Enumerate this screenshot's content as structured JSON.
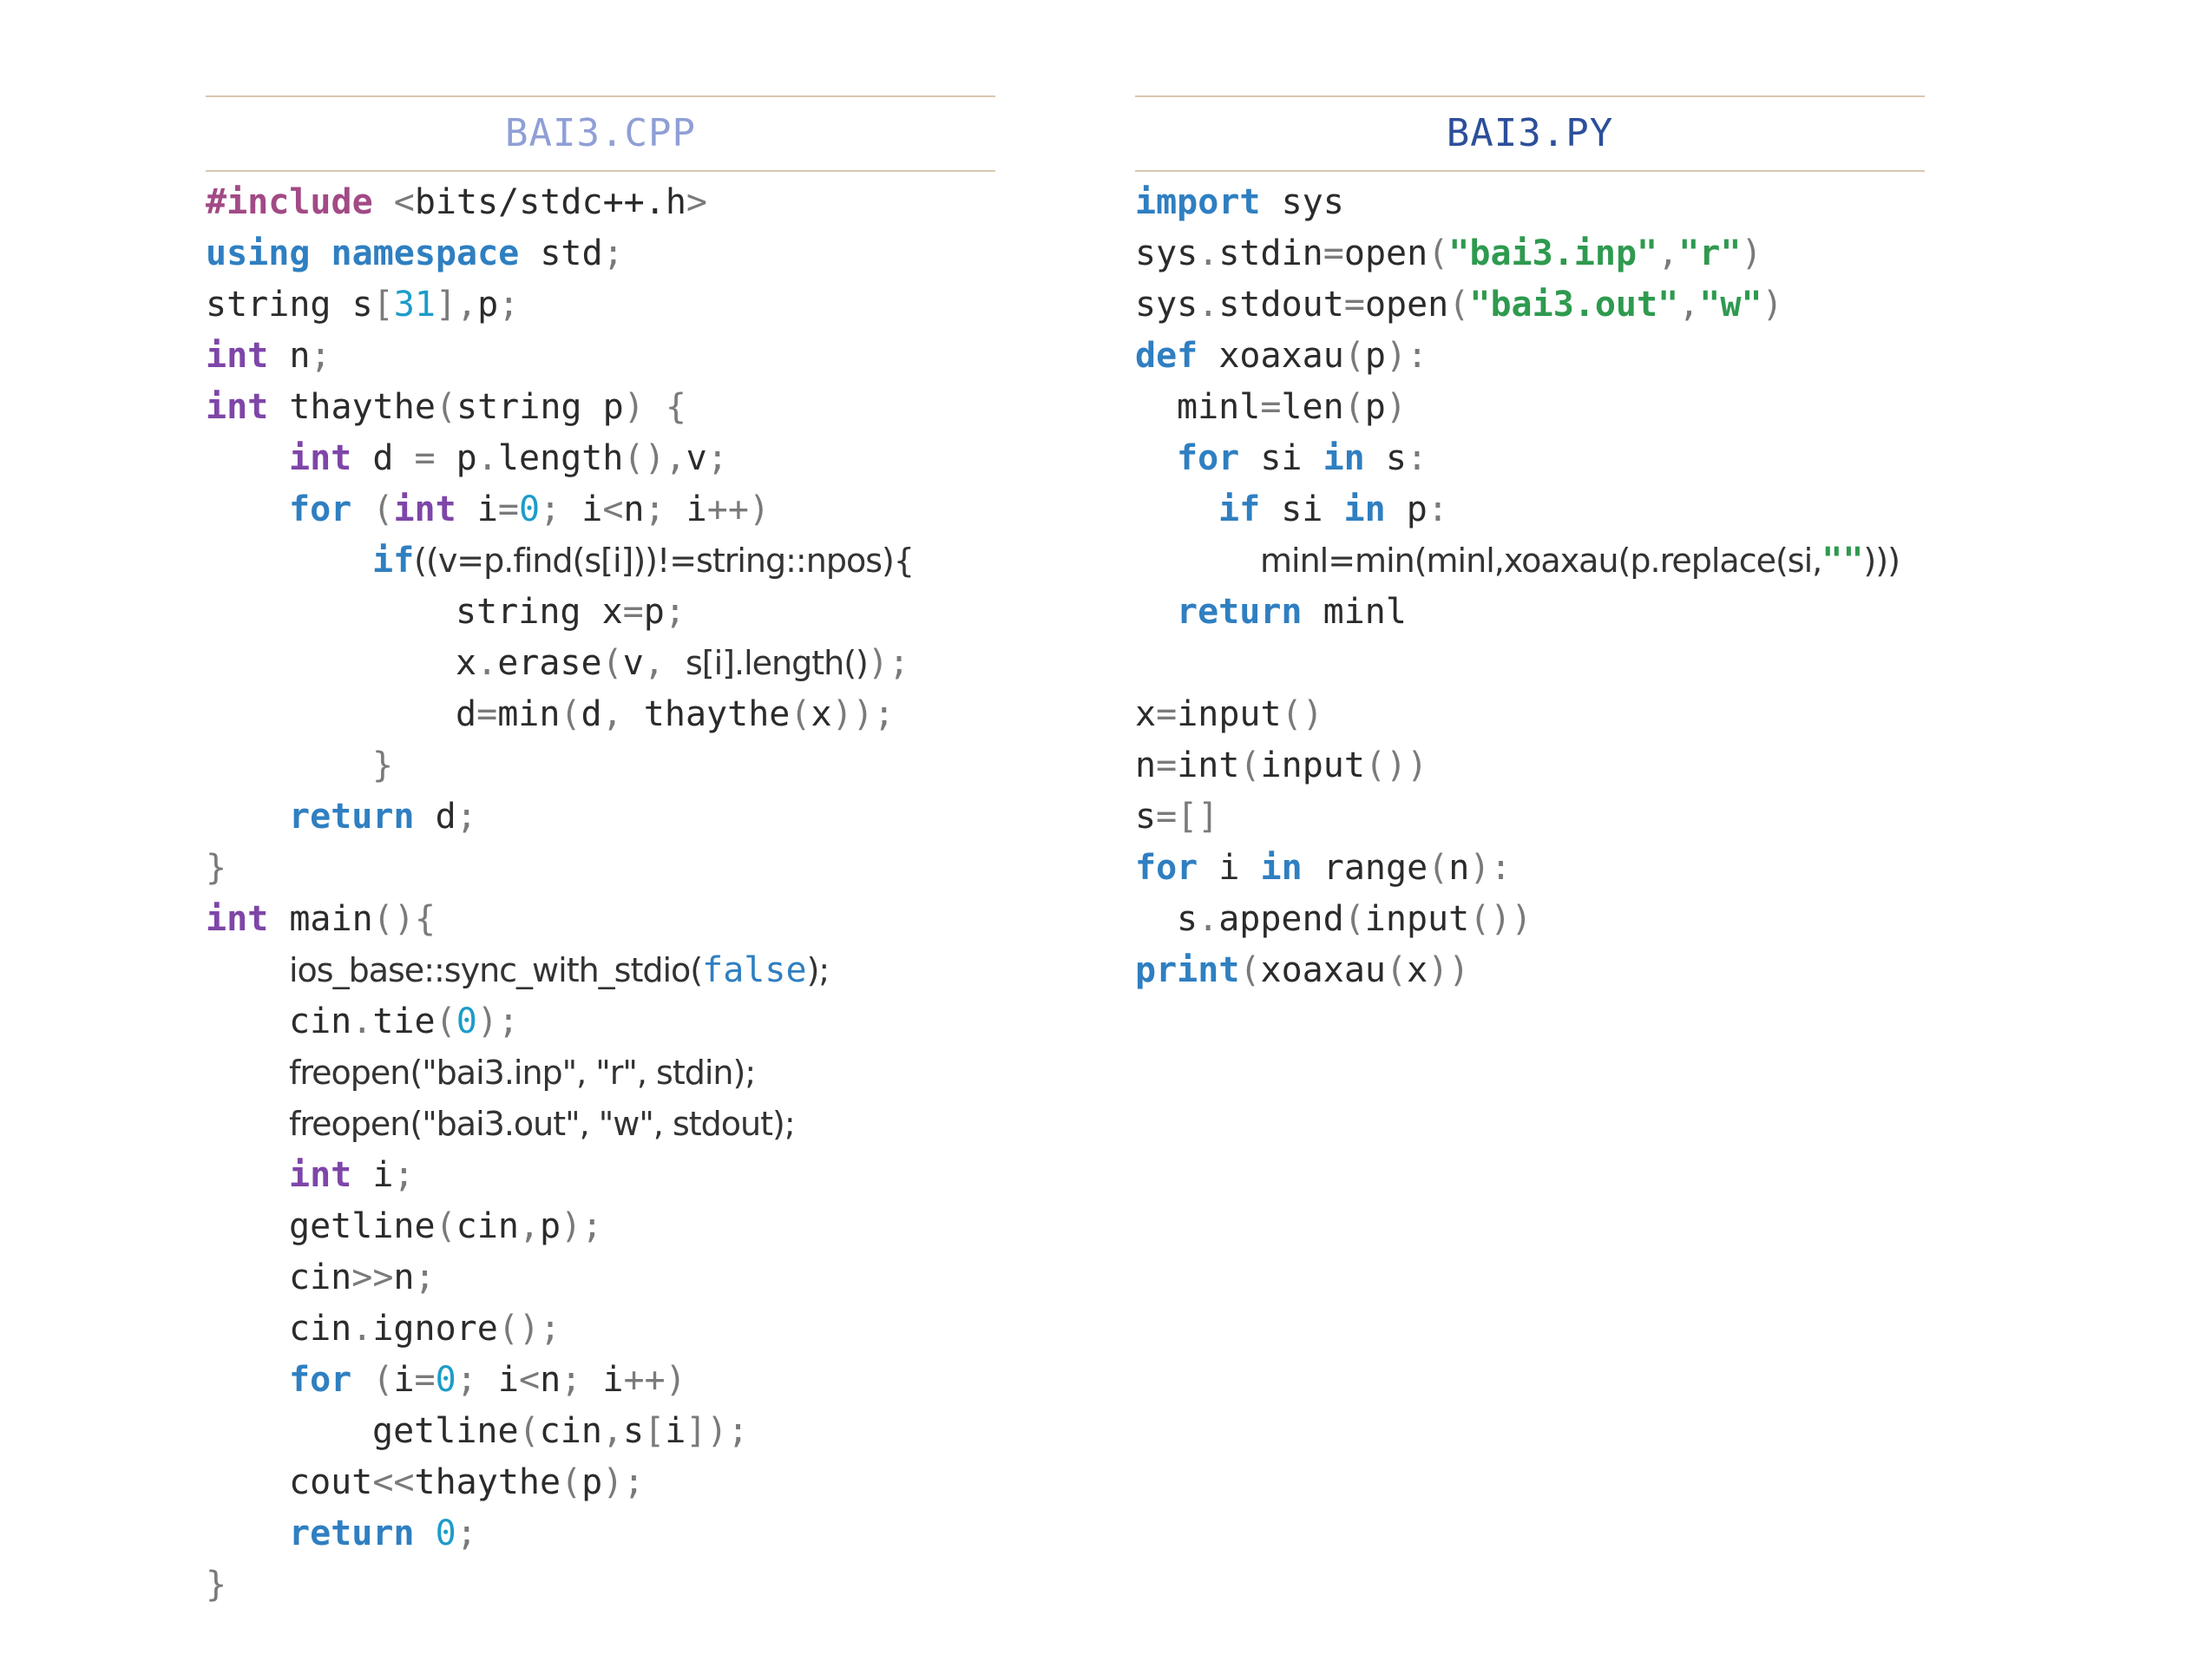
{
  "cpp": {
    "title": "BAI3.CPP",
    "lines": [
      {
        "indent": 0,
        "tokens": [
          [
            "pp",
            "#include"
          ],
          [
            "",
            " "
          ],
          [
            "punc",
            "<"
          ],
          [
            "",
            "bits/stdc++.h"
          ],
          [
            "punc",
            ">"
          ]
        ]
      },
      {
        "indent": 0,
        "tokens": [
          [
            "kw",
            "using"
          ],
          [
            "",
            " "
          ],
          [
            "kw",
            "namespace"
          ],
          [
            "",
            " std"
          ],
          [
            "punc",
            ";"
          ]
        ]
      },
      {
        "indent": 0,
        "tokens": [
          [
            "",
            "string s"
          ],
          [
            "punc",
            "["
          ],
          [
            "num",
            "31"
          ],
          [
            "punc",
            "]"
          ],
          [
            "punc",
            ","
          ],
          [
            "",
            "p"
          ],
          [
            "punc",
            ";"
          ]
        ]
      },
      {
        "indent": 0,
        "tokens": [
          [
            "kw2",
            "int"
          ],
          [
            "",
            " n"
          ],
          [
            "punc",
            ";"
          ]
        ]
      },
      {
        "indent": 0,
        "tokens": [
          [
            "kw2",
            "int"
          ],
          [
            "",
            " thaythe"
          ],
          [
            "punc",
            "("
          ],
          [
            "",
            "string p"
          ],
          [
            "punc",
            ")"
          ],
          [
            "",
            " "
          ],
          [
            "punc",
            "{"
          ]
        ]
      },
      {
        "indent": 1,
        "tokens": [
          [
            "kw2",
            "int"
          ],
          [
            "",
            " d "
          ],
          [
            "punc",
            "="
          ],
          [
            "",
            " p"
          ],
          [
            "punc",
            "."
          ],
          [
            "",
            "length"
          ],
          [
            "punc",
            "()"
          ],
          [
            "punc",
            ","
          ],
          [
            "",
            "v"
          ],
          [
            "punc",
            ";"
          ]
        ]
      },
      {
        "indent": 1,
        "tokens": [
          [
            "kw",
            "for"
          ],
          [
            "",
            " "
          ],
          [
            "punc",
            "("
          ],
          [
            "kw2",
            "int"
          ],
          [
            "",
            " i"
          ],
          [
            "punc",
            "="
          ],
          [
            "num",
            "0"
          ],
          [
            "punc",
            ";"
          ],
          [
            "",
            " i"
          ],
          [
            "punc",
            "<"
          ],
          [
            "",
            "n"
          ],
          [
            "punc",
            ";"
          ],
          [
            "",
            " i"
          ],
          [
            "punc",
            "++"
          ],
          [
            "punc",
            ")"
          ]
        ]
      },
      {
        "indent": 2,
        "tokens": [
          [
            "kw",
            "if"
          ],
          [
            "sans",
            "((v=p.find(s[i]))!=string::npos){"
          ]
        ]
      },
      {
        "indent": 3,
        "tokens": [
          [
            "",
            "string x"
          ],
          [
            "punc",
            "="
          ],
          [
            "",
            "p"
          ],
          [
            "punc",
            ";"
          ]
        ]
      },
      {
        "indent": 3,
        "tokens": [
          [
            "",
            "x"
          ],
          [
            "punc",
            "."
          ],
          [
            "",
            "erase"
          ],
          [
            "punc",
            "("
          ],
          [
            "",
            "v"
          ],
          [
            "punc",
            ","
          ],
          [
            "",
            " "
          ],
          [
            "sans",
            "s[i].length()"
          ],
          [
            "punc",
            ");"
          ]
        ]
      },
      {
        "indent": 3,
        "tokens": [
          [
            "",
            "d"
          ],
          [
            "punc",
            "="
          ],
          [
            "",
            "min"
          ],
          [
            "punc",
            "("
          ],
          [
            "",
            "d"
          ],
          [
            "punc",
            ","
          ],
          [
            "",
            " thaythe"
          ],
          [
            "punc",
            "("
          ],
          [
            "",
            "x"
          ],
          [
            "punc",
            "));"
          ]
        ]
      },
      {
        "indent": 2,
        "tokens": [
          [
            "punc",
            "}"
          ]
        ]
      },
      {
        "indent": 1,
        "tokens": [
          [
            "kw",
            "return"
          ],
          [
            "",
            " d"
          ],
          [
            "punc",
            ";"
          ]
        ]
      },
      {
        "indent": 0,
        "tokens": [
          [
            "punc",
            "}"
          ]
        ]
      },
      {
        "indent": 0,
        "tokens": [
          [
            "kw2",
            "int"
          ],
          [
            "",
            " main"
          ],
          [
            "punc",
            "(){"
          ]
        ]
      },
      {
        "indent": 1,
        "tokens": [
          [
            "sans",
            "ios_base::sync_with_stdio("
          ],
          [
            "false-kw",
            "false"
          ],
          [
            "sans",
            ");"
          ]
        ]
      },
      {
        "indent": 1,
        "tokens": [
          [
            "",
            "cin"
          ],
          [
            "punc",
            "."
          ],
          [
            "",
            "tie"
          ],
          [
            "punc",
            "("
          ],
          [
            "num",
            "0"
          ],
          [
            "punc",
            ");"
          ]
        ]
      },
      {
        "indent": 1,
        "tokens": [
          [
            "sans",
            "freopen(\"bai3.inp\", \"r\", stdin);"
          ]
        ]
      },
      {
        "indent": 1,
        "tokens": [
          [
            "sans",
            "freopen(\"bai3.out\", \"w\", stdout);"
          ]
        ]
      },
      {
        "indent": 1,
        "tokens": [
          [
            "kw2",
            "int"
          ],
          [
            "",
            " i"
          ],
          [
            "punc",
            ";"
          ]
        ]
      },
      {
        "indent": 1,
        "tokens": [
          [
            "",
            "getline"
          ],
          [
            "punc",
            "("
          ],
          [
            "",
            "cin"
          ],
          [
            "punc",
            ","
          ],
          [
            "",
            "p"
          ],
          [
            "punc",
            ");"
          ]
        ]
      },
      {
        "indent": 1,
        "tokens": [
          [
            "",
            "cin"
          ],
          [
            "punc",
            ">>"
          ],
          [
            "",
            "n"
          ],
          [
            "punc",
            ";"
          ]
        ]
      },
      {
        "indent": 1,
        "tokens": [
          [
            "",
            "cin"
          ],
          [
            "punc",
            "."
          ],
          [
            "",
            "ignore"
          ],
          [
            "punc",
            "();"
          ]
        ]
      },
      {
        "indent": 1,
        "tokens": [
          [
            "kw",
            "for"
          ],
          [
            "",
            " "
          ],
          [
            "punc",
            "("
          ],
          [
            "",
            "i"
          ],
          [
            "punc",
            "="
          ],
          [
            "num",
            "0"
          ],
          [
            "punc",
            ";"
          ],
          [
            "",
            " i"
          ],
          [
            "punc",
            "<"
          ],
          [
            "",
            "n"
          ],
          [
            "punc",
            ";"
          ],
          [
            "",
            " i"
          ],
          [
            "punc",
            "++"
          ],
          [
            "punc",
            ")"
          ]
        ]
      },
      {
        "indent": 2,
        "tokens": [
          [
            "",
            "getline"
          ],
          [
            "punc",
            "("
          ],
          [
            "",
            "cin"
          ],
          [
            "punc",
            ","
          ],
          [
            "",
            "s"
          ],
          [
            "punc",
            "["
          ],
          [
            "",
            "i"
          ],
          [
            "punc",
            "]);"
          ]
        ]
      },
      {
        "indent": 1,
        "tokens": [
          [
            "",
            "cout"
          ],
          [
            "punc",
            "<<"
          ],
          [
            "",
            "thaythe"
          ],
          [
            "punc",
            "("
          ],
          [
            "",
            "p"
          ],
          [
            "punc",
            ");"
          ]
        ]
      },
      {
        "indent": 1,
        "tokens": [
          [
            "kw",
            "return"
          ],
          [
            "",
            " "
          ],
          [
            "num",
            "0"
          ],
          [
            "punc",
            ";"
          ]
        ]
      },
      {
        "indent": 0,
        "tokens": [
          [
            "punc",
            "}"
          ]
        ]
      }
    ]
  },
  "py": {
    "title": "BAI3.PY",
    "lines": [
      {
        "indent": 0,
        "tokens": [
          [
            "kw",
            "import"
          ],
          [
            "",
            " sys"
          ]
        ]
      },
      {
        "indent": 0,
        "tokens": [
          [
            "",
            "sys"
          ],
          [
            "punc",
            "."
          ],
          [
            "",
            "stdin"
          ],
          [
            "punc",
            "="
          ],
          [
            "",
            "open"
          ],
          [
            "punc",
            "("
          ],
          [
            "sstr",
            "\"bai3.inp\""
          ],
          [
            "punc",
            ","
          ],
          [
            "sstr",
            "\"r\""
          ],
          [
            "punc",
            ")"
          ]
        ]
      },
      {
        "indent": 0,
        "tokens": [
          [
            "",
            "sys"
          ],
          [
            "punc",
            "."
          ],
          [
            "",
            "stdout"
          ],
          [
            "punc",
            "="
          ],
          [
            "",
            "open"
          ],
          [
            "punc",
            "("
          ],
          [
            "sstr",
            "\"bai3.out\""
          ],
          [
            "punc",
            ","
          ],
          [
            "sstr",
            "\"w\""
          ],
          [
            "punc",
            ")"
          ]
        ]
      },
      {
        "indent": 0,
        "tokens": [
          [
            "kw",
            "def"
          ],
          [
            "",
            " xoaxau"
          ],
          [
            "punc",
            "("
          ],
          [
            "",
            "p"
          ],
          [
            "punc",
            "):"
          ]
        ]
      },
      {
        "indent": 1,
        "tokens": [
          [
            "",
            "minl"
          ],
          [
            "punc",
            "="
          ],
          [
            "",
            "len"
          ],
          [
            "punc",
            "("
          ],
          [
            "",
            "p"
          ],
          [
            "punc",
            ")"
          ]
        ]
      },
      {
        "indent": 1,
        "tokens": [
          [
            "kw",
            "for"
          ],
          [
            "",
            " si "
          ],
          [
            "kw",
            "in"
          ],
          [
            "",
            " s"
          ],
          [
            "punc",
            ":"
          ]
        ]
      },
      {
        "indent": 2,
        "tokens": [
          [
            "kw",
            "if"
          ],
          [
            "",
            " si "
          ],
          [
            "kw",
            "in"
          ],
          [
            "",
            " p"
          ],
          [
            "punc",
            ":"
          ]
        ]
      },
      {
        "indent": 3,
        "tokens": [
          [
            "sans",
            "minl=min(minl,xoaxau(p.replace(si,"
          ],
          [
            "sstr",
            "\"\""
          ],
          [
            "sans",
            ")))"
          ]
        ]
      },
      {
        "indent": 1,
        "tokens": [
          [
            "kw",
            "return"
          ],
          [
            "",
            " minl"
          ]
        ]
      },
      {
        "indent": 0,
        "tokens": []
      },
      {
        "indent": 0,
        "tokens": [
          [
            "",
            "x"
          ],
          [
            "punc",
            "="
          ],
          [
            "",
            "input"
          ],
          [
            "punc",
            "()"
          ]
        ]
      },
      {
        "indent": 0,
        "tokens": [
          [
            "",
            "n"
          ],
          [
            "punc",
            "="
          ],
          [
            "",
            "int"
          ],
          [
            "punc",
            "("
          ],
          [
            "",
            "input"
          ],
          [
            "punc",
            "())"
          ]
        ]
      },
      {
        "indent": 0,
        "tokens": [
          [
            "",
            "s"
          ],
          [
            "punc",
            "=[]"
          ]
        ]
      },
      {
        "indent": 0,
        "tokens": [
          [
            "kw",
            "for"
          ],
          [
            "",
            " i "
          ],
          [
            "kw",
            "in"
          ],
          [
            "",
            " range"
          ],
          [
            "punc",
            "("
          ],
          [
            "",
            "n"
          ],
          [
            "punc",
            "):"
          ]
        ]
      },
      {
        "indent": 1,
        "tokens": [
          [
            "",
            "s"
          ],
          [
            "punc",
            "."
          ],
          [
            "",
            "append"
          ],
          [
            "punc",
            "("
          ],
          [
            "",
            "input"
          ],
          [
            "punc",
            "())"
          ]
        ]
      },
      {
        "indent": 0,
        "tokens": [
          [
            "kw",
            "print"
          ],
          [
            "punc",
            "("
          ],
          [
            "",
            "xoaxau"
          ],
          [
            "punc",
            "("
          ],
          [
            "",
            "x"
          ],
          [
            "punc",
            "))"
          ]
        ]
      }
    ]
  }
}
